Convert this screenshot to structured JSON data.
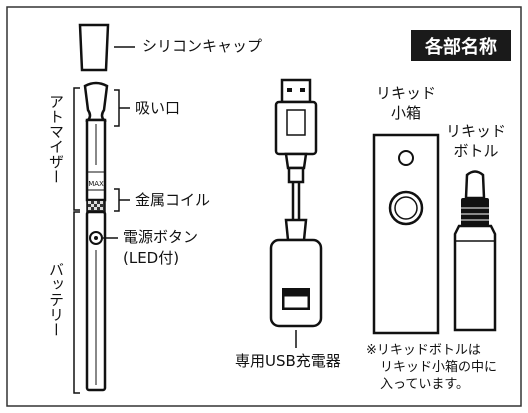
{
  "title": "各部名称",
  "labels": {
    "silicone_cap": "シリコンキャップ",
    "mouthpiece": "吸い口",
    "metal_coil": "金属コイル",
    "power_button_line1": "電源ボタン",
    "power_button_line2": "(LED付)",
    "atomizer": "アトマイザー",
    "battery": "バッテリー",
    "usb_charger": "専用USB充電器",
    "liquid_case_line1": "リキッド",
    "liquid_case_line2": "小箱",
    "liquid_bottle_line1": "リキッド",
    "liquid_bottle_line2": "ボトル",
    "note_line1": "※リキッドボトルは",
    "note_line2": "リキッド小箱の中に",
    "note_line3": "入っています。",
    "max_mark": "MAX"
  }
}
